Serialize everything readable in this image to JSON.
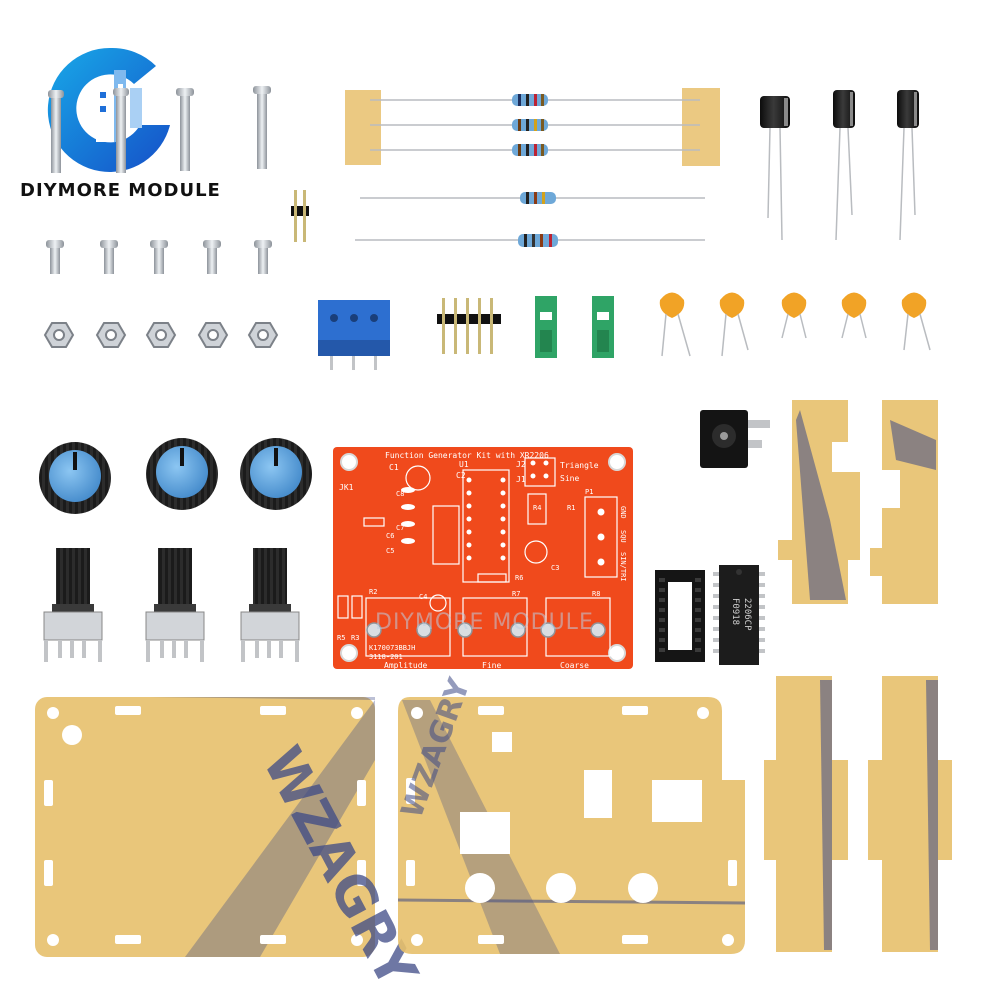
{
  "brand": {
    "logo_text": "DIYMORE MODULE",
    "watermark_text": "DIYMORE MODULE"
  },
  "pcb": {
    "title": "Function Generator Kit with XR2206",
    "labels": {
      "c1": "C1",
      "c2": "C2",
      "c3": "C3",
      "c4": "C4",
      "c5": "C5",
      "c6": "C6",
      "c7": "C7",
      "c8": "C8",
      "u1": "U1",
      "j1": "J1",
      "j2": "J2",
      "jk1": "JK1",
      "p1": "P1",
      "r1": "R1",
      "r2": "R2",
      "r3": "R3",
      "r4": "R4",
      "r5": "R5",
      "r6": "R6",
      "r7": "R7",
      "r8": "R8",
      "triangle": "Triangle",
      "sine": "Sine",
      "gnd": "GND",
      "squ": "SQU",
      "sin_tri": "SIN/TRI",
      "amplitude": "Amplitude",
      "fine": "Fine",
      "coarse": "Coarse",
      "serial": "K170073BBJH",
      "date": "3118-201"
    }
  },
  "chip": {
    "marking_line1": "2206CP",
    "marking_line2": "F0918"
  },
  "acrylic": {
    "film_text": "WZAGRY"
  },
  "colors": {
    "pcb_red": "#f04a1c",
    "acrylic_amber": "#e7c06c",
    "film_blue": "#3e4a86",
    "logo_blue": "#1f6fd8",
    "knob_blue": "#5aa3dc",
    "jumper_green": "#2fa466",
    "trimmer_blue": "#2d6fd0",
    "ceramic_cap": "#f1a326"
  }
}
